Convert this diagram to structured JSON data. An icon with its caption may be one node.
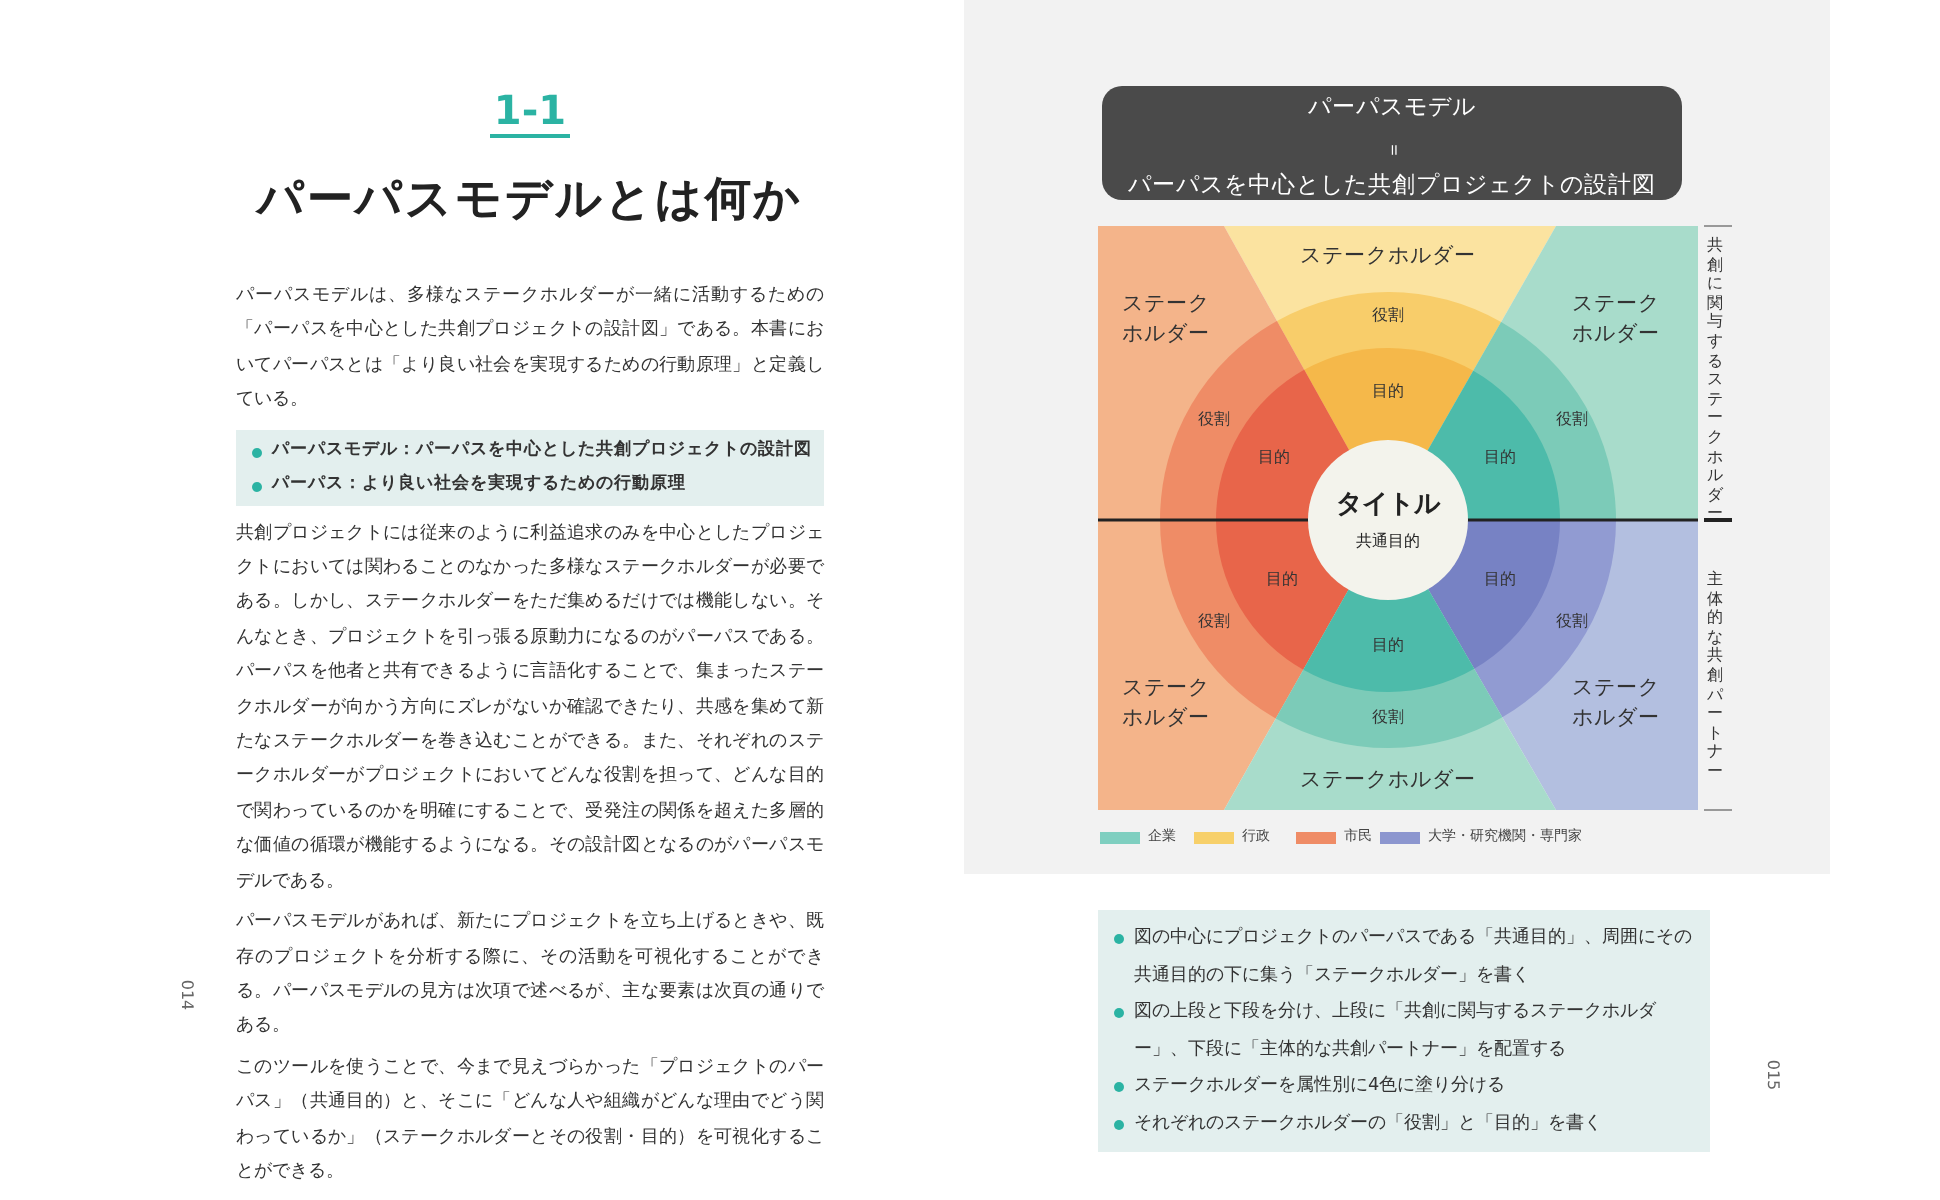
{
  "diagram": {
    "title": "パーパスモデルとは何か",
    "nodes": [
      {
        "text": [
          "パーパスモデル",
          "＝",
          "パーパスを中心とした共創プロジェクトの設計図"
        ]
      },
      {
        "text": [
          "ステークホルダー",
          "役割",
          "目的"
        ]
      },
      {
        "text": [
          "ステークホルダー",
          "役割",
          "目的"
        ]
      },
      {
        "text": [
          "ステークホルダー",
          "役割",
          "目的"
        ]
      },
      {
        "text": [
          "タイトル",
          "共通目的"
        ]
      },
      {
        "text": [
          "目的",
          "役割",
          "ステークホルダー"
        ]
      },
      {
        "text": [
          "目的",
          "役割",
          "ステークホルダー"
        ]
      },
      {
        "text": [
          "目的",
          "役割",
          "ステークホルダー"
        ]
      }
    ],
    "edges": [],
    "labels": [
      "1-1",
      "パーパスモデルは、多様なステークホルダーが一緒に活動するための「パーパスを中心とした共創プロジェクトの設計図」である。本書においてパーパスとは「より良い社会を実現するための行動原理」と定義している。",
      "パーパスモデル：パーパスを中心とした共創プロジェクトの設計図",
      "パーパス：より良い社会を実現するための行動原理",
      "共創プロジェクトには従来のように利益追求のみを中心としたプロジェクトにおいては関わることのなかった多様なステークホルダーが必要である。しかし、ステークホルダーをただ集めるだけでは機能しない。そんなとき、プロジェクトを引っ張る原動力になるのがパーパスである。パーパスを他者と共有できるように言語化することで、集まったステークホルダーが向かう方向にズレがないか確認できたり、共感を集めて新たなステークホルダーを巻き込むことができる。また、それぞれのステークホルダーがプロジェクトにおいてどんな役割を担って、どんな目的で関わっているのかを明確にすることで、受発注の関係を超えた多層的な価値の循環が機能するようになる。その設計図となるのがパーパスモデルである。",
      "パーパスモデルがあれば、新たにプロジェクトを立ち上げるときや、既存のプロジェクトを分析する際に、その活動を可視化することができる。パーパスモデルの見方は次項で述べるが、主な要素は次頁の通りである。",
      "このツールを使うことで、今まで見えづらかった「プロジェクトのパーパス」（共通目的）と、そこに「どんな人や組織がどんな理由でどう関わっているか」（ステークホルダーとその役割・目的）を可視化することができる。",
      "014",
      "共創に関与するステークホルダー",
      "主体的な共創パートナー",
      "図の中心にプロジェクトのパーパスである「共通目的」、周囲にその共通目的の下に集う「ステークホルダー」を書く",
      "図の上段と下段を分け、上段に「共創に関与するステークホルダー」、下段に「主体的な共創パートナー」を配置する",
      "ステークホルダーを属性別に4色に塗り分ける",
      "それぞれのステークホルダーの「役割」と「目的」を書く",
      "015"
    ],
    "legend": [
      {
        "text": "企業",
        "color": "#7fcfc0"
      },
      {
        "text": "行政",
        "color": "#f7d06a"
      },
      {
        "text": "市民",
        "color": "#ef8c66"
      },
      {
        "text": "大学・研究機関・専門家",
        "color": "#8c96cf"
      }
    ]
  }
}
